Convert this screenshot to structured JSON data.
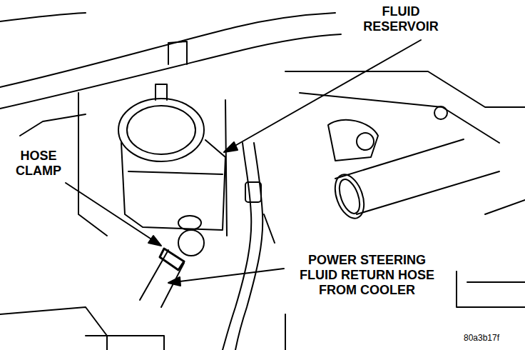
{
  "diagram": {
    "labels": [
      "FLUID RESERVOIR",
      "HOSE CLAMP",
      "POWER STEERING FLUID RETURN HOSE FROM COOLER",
      "80a3b17f"
    ]
  }
}
